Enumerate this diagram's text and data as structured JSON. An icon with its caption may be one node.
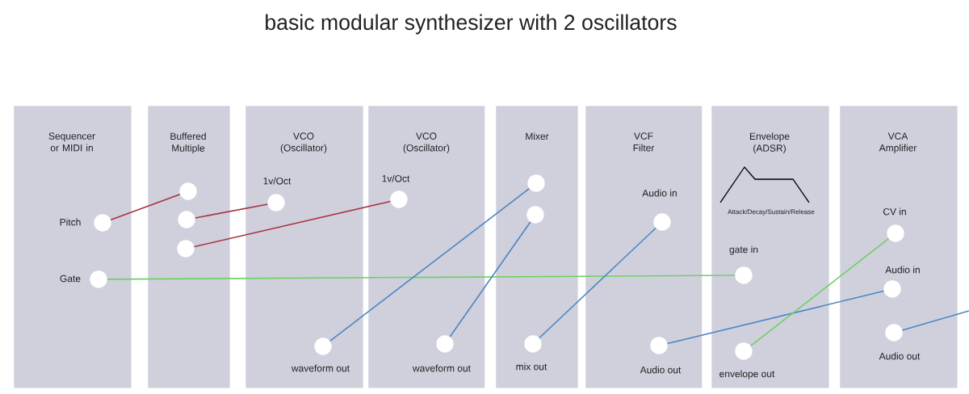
{
  "diagram": {
    "title": "basic modular synthesizer with 2 oscillators",
    "nodes": [
      {
        "text": [
          "Sequencer or MIDI in"
        ]
      },
      {
        "text": [],
        "shape": "circle",
        "in": 0,
        "beside": [
          "Pitch"
        ]
      },
      {
        "text": [],
        "shape": "circle",
        "in": 0,
        "beside": [
          "Gate"
        ]
      },
      {
        "text": [
          "Buffered Multiple"
        ]
      },
      {
        "text": [],
        "shape": "circle",
        "in": 3
      },
      {
        "text": [],
        "shape": "circle",
        "in": 3
      },
      {
        "text": [],
        "shape": "circle",
        "in": 3
      },
      {
        "text": [
          "VCO (Oscillator)"
        ]
      },
      {
        "text": [],
        "shape": "circle",
        "in": 7,
        "beside": [
          "1v/Oct"
        ]
      },
      {
        "text": [],
        "shape": "circle",
        "in": 7,
        "beside": [
          "waveform out"
        ]
      },
      {
        "text": [
          "VCO (Oscillator)"
        ]
      },
      {
        "text": [],
        "shape": "circle",
        "in": 10,
        "beside": [
          "1v/Oct"
        ]
      },
      {
        "text": [],
        "shape": "circle",
        "in": 10,
        "beside": [
          "waveform out"
        ]
      },
      {
        "text": [
          "Mixer"
        ]
      },
      {
        "text": [],
        "shape": "circle",
        "in": 13
      },
      {
        "text": [],
        "shape": "circle",
        "in": 13
      },
      {
        "text": [],
        "shape": "circle",
        "in": 13,
        "beside": [
          "mix out"
        ]
      },
      {
        "text": [
          "VCF Filter"
        ]
      },
      {
        "text": [],
        "shape": "circle",
        "in": 17,
        "beside": [
          "Audio in"
        ]
      },
      {
        "text": [],
        "shape": "circle",
        "in": 17,
        "beside": [
          "Audio out"
        ]
      },
      {
        "text": [
          "Envelope (ADSR)"
        ]
      },
      {
        "text": [],
        "shape": "circle",
        "in": 20,
        "beside": [
          "gate in"
        ]
      },
      {
        "text": [],
        "shape": "circle",
        "in": 20,
        "beside": [
          "envelope out"
        ]
      },
      {
        "text": [
          "VCA Amplifier"
        ]
      },
      {
        "text": [],
        "shape": "circle",
        "in": 23,
        "beside": [
          "CV in"
        ]
      },
      {
        "text": [],
        "shape": "circle",
        "in": 23,
        "beside": [
          "Audio in"
        ]
      },
      {
        "text": [],
        "shape": "circle",
        "in": 23,
        "beside": [
          "Audio out"
        ]
      }
    ],
    "edges": [
      {
        "from": 1,
        "to": 4,
        "arrow": "none",
        "color": "#a83240"
      },
      {
        "from": 5,
        "to": 8,
        "arrow": "none",
        "color": "#a83240"
      },
      {
        "from": 6,
        "to": 11,
        "arrow": "none",
        "color": "#a83240"
      },
      {
        "from": 2,
        "to": 21,
        "arrow": "none",
        "color": "#6fd066"
      },
      {
        "from": 9,
        "to": 14,
        "arrow": "none"
      },
      {
        "from": 12,
        "to": 15,
        "arrow": "none"
      },
      {
        "from": 16,
        "to": 18,
        "arrow": "none"
      },
      {
        "from": 19,
        "to": 25,
        "arrow": "none"
      },
      {
        "from": 22,
        "to": 24,
        "arrow": "none",
        "color": "#6fd066"
      },
      {
        "from": 26,
        "to": null,
        "arrow": "none"
      }
    ],
    "labels": [
      "Attack/Decay/Sustain/Release"
    ]
  }
}
